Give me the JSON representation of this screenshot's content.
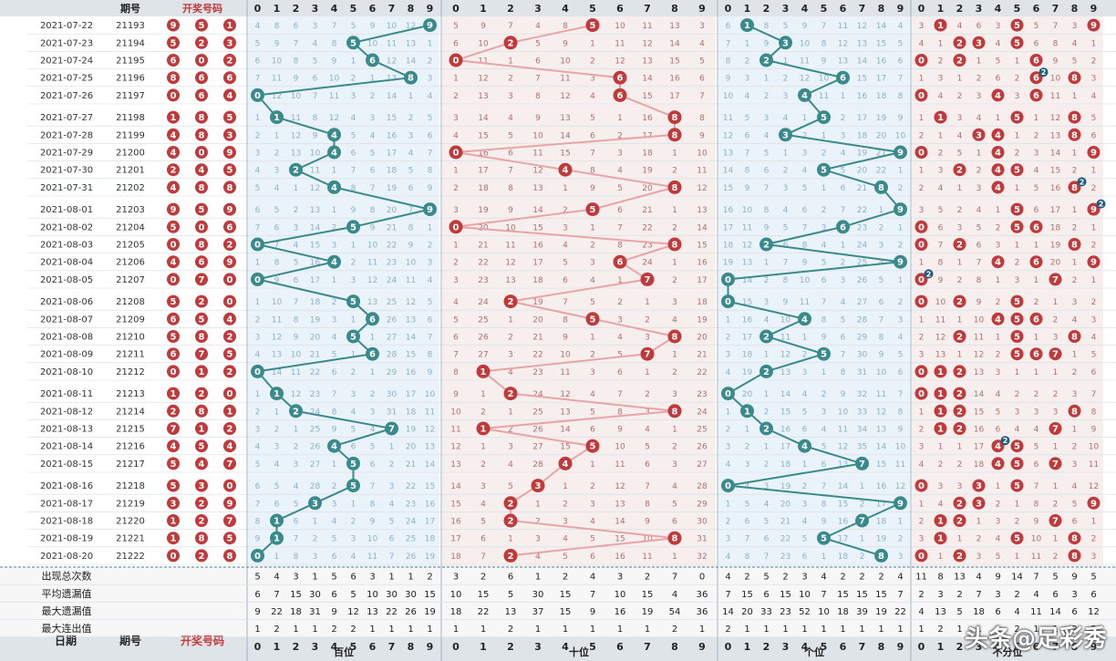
{
  "header": {
    "date_label": "日期",
    "issue_label": "期号",
    "draw_label": "开奖号码"
  },
  "sections": [
    "百位",
    "十位",
    "个位",
    "不分位"
  ],
  "digits": [
    "0",
    "1",
    "2",
    "3",
    "4",
    "5",
    "6",
    "7",
    "8",
    "9"
  ],
  "colors": {
    "bai": "#3a8a8c",
    "shi": "#c0393b",
    "ge": "#3a8a8c",
    "bu": "#c0393b",
    "draw": "#c0393b",
    "miss_blue": "#8fb0c8",
    "miss_red": "#b07070"
  },
  "chart_data": {
    "type": "table",
    "title": "",
    "rows": [
      {
        "date": "2021-07-22",
        "issue": "21193",
        "n": [
          9,
          5,
          1
        ]
      },
      {
        "date": "2021-07-23",
        "issue": "21194",
        "n": [
          5,
          2,
          3
        ]
      },
      {
        "date": "2021-07-24",
        "issue": "21195",
        "n": [
          6,
          0,
          2
        ]
      },
      {
        "date": "2021-07-25",
        "issue": "21196",
        "n": [
          8,
          6,
          6
        ]
      },
      {
        "date": "2021-07-26",
        "issue": "21197",
        "n": [
          0,
          6,
          4
        ]
      },
      {
        "date": "2021-07-27",
        "issue": "21198",
        "n": [
          1,
          8,
          5
        ]
      },
      {
        "date": "2021-07-28",
        "issue": "21199",
        "n": [
          4,
          8,
          3
        ]
      },
      {
        "date": "2021-07-29",
        "issue": "21200",
        "n": [
          4,
          0,
          9
        ]
      },
      {
        "date": "2021-07-30",
        "issue": "21201",
        "n": [
          2,
          4,
          5
        ]
      },
      {
        "date": "2021-07-31",
        "issue": "21202",
        "n": [
          4,
          8,
          8
        ]
      },
      {
        "date": "2021-08-01",
        "issue": "21203",
        "n": [
          9,
          5,
          9
        ]
      },
      {
        "date": "2021-08-02",
        "issue": "21204",
        "n": [
          5,
          0,
          6
        ]
      },
      {
        "date": "2021-08-03",
        "issue": "21205",
        "n": [
          0,
          8,
          2
        ]
      },
      {
        "date": "2021-08-04",
        "issue": "21206",
        "n": [
          4,
          6,
          9
        ]
      },
      {
        "date": "2021-08-05",
        "issue": "21207",
        "n": [
          0,
          7,
          0
        ]
      },
      {
        "date": "2021-08-06",
        "issue": "21208",
        "n": [
          5,
          2,
          0
        ]
      },
      {
        "date": "2021-08-07",
        "issue": "21209",
        "n": [
          6,
          5,
          4
        ]
      },
      {
        "date": "2021-08-08",
        "issue": "21210",
        "n": [
          5,
          8,
          2
        ]
      },
      {
        "date": "2021-08-09",
        "issue": "21211",
        "n": [
          6,
          7,
          5
        ]
      },
      {
        "date": "2021-08-10",
        "issue": "21212",
        "n": [
          0,
          1,
          2
        ]
      },
      {
        "date": "2021-08-11",
        "issue": "21213",
        "n": [
          1,
          2,
          0
        ]
      },
      {
        "date": "2021-08-12",
        "issue": "21214",
        "n": [
          2,
          8,
          1
        ]
      },
      {
        "date": "2021-08-13",
        "issue": "21215",
        "n": [
          7,
          1,
          2
        ]
      },
      {
        "date": "2021-08-14",
        "issue": "21216",
        "n": [
          4,
          5,
          4
        ]
      },
      {
        "date": "2021-08-15",
        "issue": "21217",
        "n": [
          5,
          4,
          7
        ]
      },
      {
        "date": "2021-08-16",
        "issue": "21218",
        "n": [
          5,
          3,
          0
        ]
      },
      {
        "date": "2021-08-17",
        "issue": "21219",
        "n": [
          3,
          2,
          9
        ]
      },
      {
        "date": "2021-08-18",
        "issue": "21220",
        "n": [
          1,
          2,
          7
        ]
      },
      {
        "date": "2021-08-19",
        "issue": "21221",
        "n": [
          1,
          8,
          5
        ]
      },
      {
        "date": "2021-08-20",
        "issue": "21222",
        "n": [
          0,
          2,
          8
        ]
      }
    ],
    "stats": [
      {
        "label": "出现总次数",
        "bai": [
          5,
          4,
          3,
          1,
          5,
          6,
          3,
          1,
          1,
          2
        ],
        "shi": [
          3,
          2,
          6,
          1,
          2,
          4,
          3,
          2,
          7,
          0
        ],
        "ge": [
          4,
          2,
          5,
          2,
          3,
          4,
          2,
          2,
          2,
          4
        ],
        "bu": [
          11,
          8,
          13,
          4,
          9,
          14,
          7,
          5,
          9,
          5
        ]
      },
      {
        "label": "平均遗漏值",
        "bai": [
          6,
          7,
          15,
          30,
          6,
          5,
          10,
          30,
          30,
          15
        ],
        "shi": [
          10,
          15,
          5,
          30,
          15,
          7,
          10,
          15,
          4,
          36
        ],
        "ge": [
          7,
          15,
          6,
          15,
          10,
          7,
          15,
          15,
          15,
          7
        ],
        "bu": [
          2,
          3,
          2,
          7,
          3,
          2,
          4,
          6,
          3,
          6
        ]
      },
      {
        "label": "最大遗漏值",
        "bai": [
          9,
          22,
          18,
          31,
          9,
          12,
          13,
          22,
          26,
          19
        ],
        "shi": [
          18,
          22,
          13,
          37,
          15,
          9,
          16,
          19,
          54,
          36
        ],
        "ge": [
          14,
          20,
          33,
          23,
          52,
          10,
          18,
          39,
          19,
          22
        ],
        "bu": [
          4,
          13,
          5,
          18,
          6,
          4,
          11,
          14,
          6,
          12
        ]
      },
      {
        "label": "最大连出值",
        "bai": [
          1,
          2,
          1,
          1,
          2,
          2,
          1,
          1,
          1,
          1
        ],
        "shi": [
          1,
          1,
          2,
          1,
          1,
          1,
          1,
          1,
          2,
          1
        ],
        "ge": [
          2,
          1,
          1,
          1,
          1,
          1,
          1,
          1,
          1,
          1
        ],
        "bu": [
          1,
          2,
          1,
          1,
          1,
          2,
          1,
          1,
          2,
          2
        ]
      }
    ]
  },
  "watermark": "头条@足彩秀"
}
